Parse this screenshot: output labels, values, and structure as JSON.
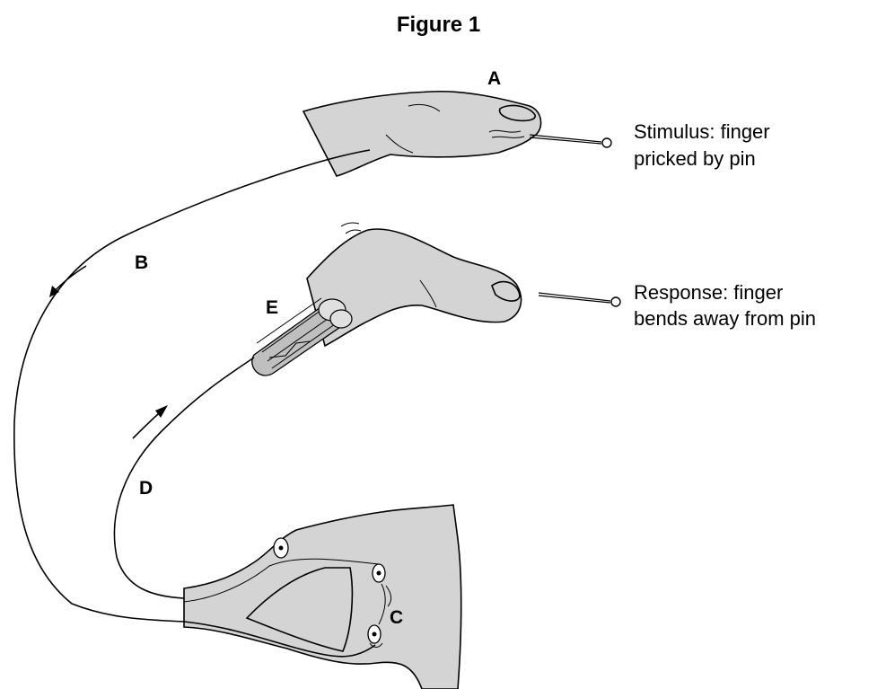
{
  "figure": {
    "title": "Figure 1"
  },
  "labels": {
    "a": "A",
    "b": "B",
    "c": "C",
    "d": "D",
    "e": "E"
  },
  "captions": {
    "stimulus_line1": "Stimulus: finger",
    "stimulus_line2": "pricked by pin",
    "response_line1": "Response: finger",
    "response_line2": "bends away from pin"
  },
  "colors": {
    "tissue": "#d4d4d4",
    "ink": "#000000",
    "background": "#ffffff"
  }
}
